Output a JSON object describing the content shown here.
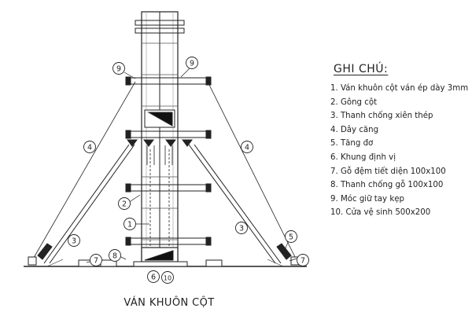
{
  "legend": {
    "title": "GHI CHÚ:",
    "items": [
      "1. Ván khuôn cột ván ép dày 3mm",
      "2. Gông cột",
      "3. Thanh chống xiên thép",
      "4. Dây căng",
      "5. Tăng đơ",
      "6. Khung định vị",
      "7. Gỗ đệm tiết diện 100x100",
      "8. Thanh chống gỗ 100x100",
      "9. Móc giữ tay kẹp",
      "10. Cửa vệ sinh 500x200"
    ]
  },
  "diagram": {
    "title": "VÁN KHUÔN CỘT",
    "callouts": [
      "9",
      "9",
      "4",
      "4",
      "2",
      "1",
      "3",
      "3",
      "5",
      "7",
      "7",
      "8",
      "6",
      "10"
    ]
  }
}
